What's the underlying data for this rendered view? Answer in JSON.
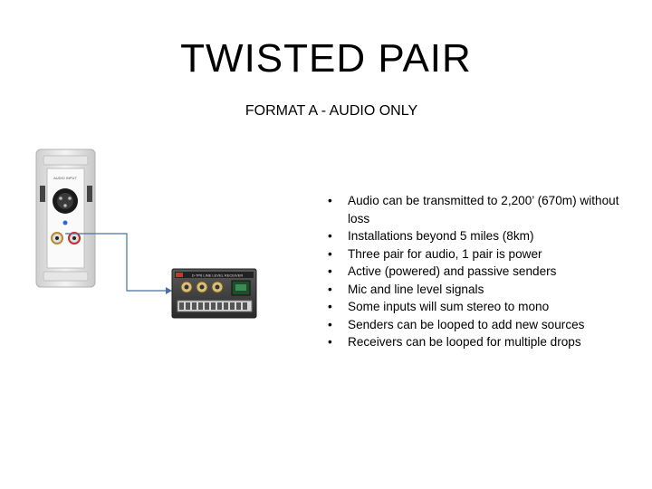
{
  "slide": {
    "title": "TWISTED  PAIR",
    "subtitle": "FORMAT A  -  AUDIO ONLY",
    "bullets": [
      "Audio can be transmitted to 2,200’ (670m) without loss",
      "Installations beyond 5 miles (8km)",
      "Three pair for audio, 1 pair is power",
      "Active (powered) and passive senders",
      "Mic and line level signals",
      "Some inputs will sum stereo to mono",
      "Senders can be looped to add new sources",
      "Receivers can be looped for multiple drops"
    ],
    "bullet_glyph": "•"
  },
  "images": {
    "wall_plate": {
      "icon": "xlr-wall-plate-image",
      "label_text": "AUDIO INPUT"
    },
    "receiver": {
      "icon": "line-level-receiver-image",
      "label_text": "D-TP6 LINE LEVEL RECEIVER"
    },
    "connector_color": "#4a6fa5"
  }
}
